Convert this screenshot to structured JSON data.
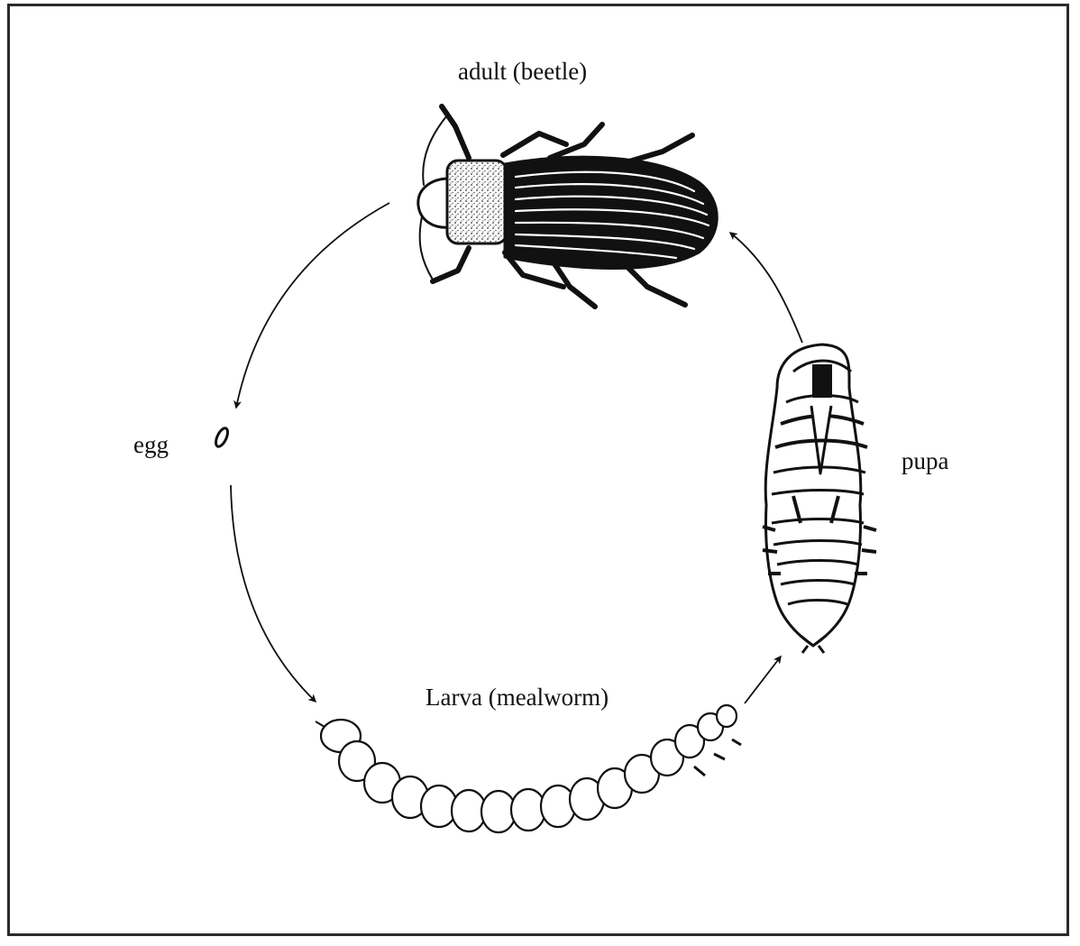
{
  "diagram": {
    "stages": [
      {
        "id": "adult",
        "label": "adult (beetle)"
      },
      {
        "id": "egg",
        "label": "egg"
      },
      {
        "id": "larva",
        "label": "Larva (mealworm)"
      },
      {
        "id": "pupa",
        "label": "pupa"
      }
    ],
    "cycle_order": [
      "adult",
      "egg",
      "larva",
      "pupa",
      "adult"
    ],
    "colors": {
      "ink": "#111111",
      "frame": "#2b2b2b",
      "background": "#ffffff"
    }
  }
}
